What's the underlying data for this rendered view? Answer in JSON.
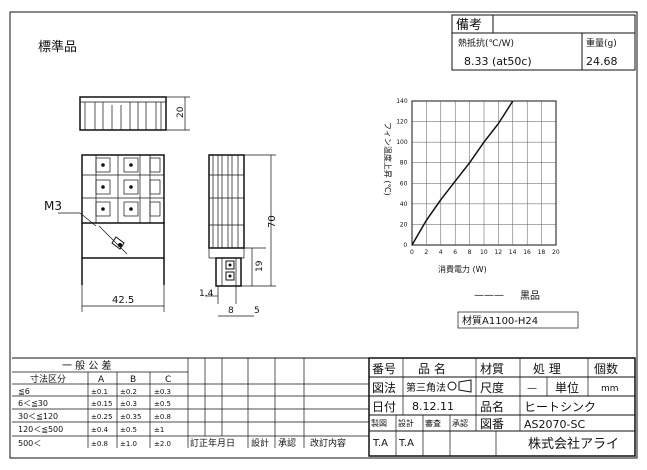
{
  "sheet_label": "標準品",
  "thread_label": "M3",
  "dimensions": {
    "profile_height": "20",
    "overall_height": "70",
    "pin_height": "19",
    "width": "42.5",
    "pin_thickness": "1.4",
    "pin_pitch": "8",
    "pin_offset": "5"
  },
  "notes": {
    "material_rule": "———",
    "finish": "黒品",
    "material": "材質A1100-H24"
  },
  "remarks": {
    "header": "備考",
    "thermal_label": "熱抵抗(℃/W)",
    "thermal_value": "8.33 (at50c)",
    "weight_label": "重量(g)",
    "weight_value": "24.68"
  },
  "chart_data": {
    "type": "line",
    "x": [
      0,
      2,
      4,
      6,
      8,
      10,
      12,
      14
    ],
    "series": [
      {
        "values": [
          0,
          24,
          44,
          62,
          80,
          100,
          118,
          140
        ]
      }
    ],
    "xlabel": "消費電力 (W)",
    "ylabel": "フィン温度上昇 (℃)",
    "xticks": [
      "0",
      "2",
      "4",
      "6",
      "8",
      "10",
      "12",
      "14",
      "16",
      "18",
      "20"
    ],
    "yticks": [
      "0",
      "20",
      "40",
      "60",
      "80",
      "100",
      "120",
      "140"
    ],
    "xlim": [
      0,
      20
    ],
    "ylim": [
      0,
      140
    ],
    "grid": true
  },
  "tolerance_table": {
    "title": "一 般 公 差",
    "col_label": "寸法区分",
    "grades": [
      "A",
      "B",
      "C"
    ],
    "rows": [
      {
        "range": "≦6",
        "a": "±0.1",
        "b": "±0.2",
        "c": "±0.3"
      },
      {
        "range": "6＜≦30",
        "a": "±0.15",
        "b": "±0.3",
        "c": "±0.5"
      },
      {
        "range": "30＜≦120",
        "a": "±0.25",
        "b": "±0.35",
        "c": "±0.8"
      },
      {
        "range": "120＜≦500",
        "a": "±0.4",
        "b": "±0.5",
        "c": "±1"
      },
      {
        "range": "500＜",
        "a": "±0.8",
        "b": "±1.0",
        "c": "±2.0"
      }
    ]
  },
  "revision": {
    "date_label": "訂正年月日",
    "design_label": "設計",
    "approve_label": "承認",
    "reason_label": "改訂内容"
  },
  "title_block": {
    "no_label": "番号",
    "name_label": "品 名",
    "material_label": "材質",
    "treatment_label": "処 理",
    "qty_label": "個数",
    "projection_label": "図法",
    "projection_value": "第三角法",
    "scale_label": "尺度",
    "scale_value": "—",
    "unit_label": "単位",
    "unit_value": "mm",
    "date_label": "日付",
    "date_value": "8.12.11",
    "product_label": "品名",
    "product_value": "ヒートシンク",
    "drafting_label": "製図",
    "design_label": "設計",
    "check_label": "審査",
    "approve_label": "承認",
    "drawing_no_label": "図番",
    "drawing_no_value": "AS2070-SC",
    "company_value": "株式会社アライ",
    "sign_1": "T.A",
    "sign_2": "T.A"
  }
}
